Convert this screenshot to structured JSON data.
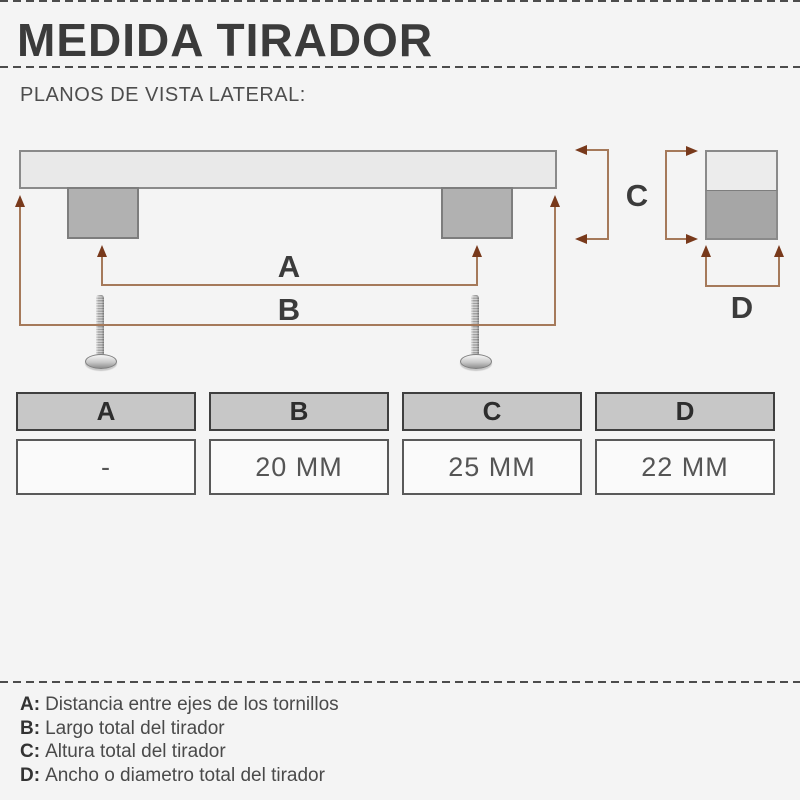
{
  "header": {
    "title": "MEDIDA TIRADOR",
    "subtitle": "PLANOS DE VISTA LATERAL:"
  },
  "diagram": {
    "dimension_labels": {
      "a": "A",
      "b": "B",
      "c": "C",
      "d": "D"
    },
    "colors": {
      "dimension_line": "#a5795a",
      "arrowhead": "#78391b",
      "handle_bar_fill": "#e9e9e9",
      "handle_post_fill": "#b1b1b1",
      "outline": "#8a8a8a",
      "end_view_top_fill": "#ececec",
      "end_view_bottom_fill": "#a6a6a6"
    }
  },
  "table": {
    "headers": [
      "A",
      "B",
      "C",
      "D"
    ],
    "values": [
      "-",
      "20 MM",
      "25 MM",
      "22 MM"
    ]
  },
  "legend": {
    "items": [
      {
        "key": "A:",
        "text": "Distancia entre ejes de los tornillos"
      },
      {
        "key": "B:",
        "text": "Largo total del tirador"
      },
      {
        "key": "C:",
        "text": "Altura total del tirador"
      },
      {
        "key": "D:",
        "text": "Ancho o diametro total del tirador"
      }
    ]
  }
}
